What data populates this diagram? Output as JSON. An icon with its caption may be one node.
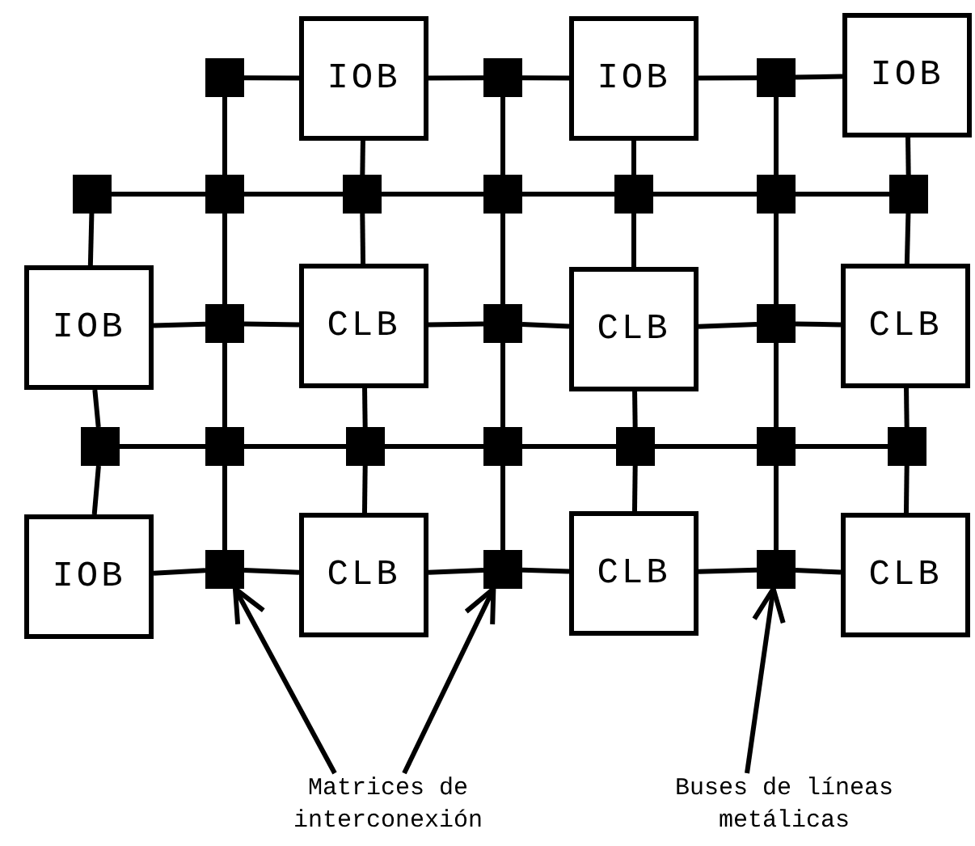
{
  "diagram": {
    "nodes": [
      {
        "text": [],
        "shape": "box"
      },
      {
        "text": [
          "IOB"
        ]
      },
      {
        "text": [],
        "shape": "box"
      },
      {
        "text": [
          "IOB"
        ]
      },
      {
        "text": [],
        "shape": "box"
      },
      {
        "text": [
          "IOB"
        ]
      },
      {
        "text": [],
        "shape": "box"
      },
      {
        "text": [],
        "shape": "box"
      },
      {
        "text": [],
        "shape": "box"
      },
      {
        "text": [],
        "shape": "box"
      },
      {
        "text": [],
        "shape": "box"
      },
      {
        "text": [],
        "shape": "box"
      },
      {
        "text": [],
        "shape": "box"
      },
      {
        "text": [
          "IOB"
        ]
      },
      {
        "text": [],
        "shape": "box"
      },
      {
        "text": [
          "CLB"
        ]
      },
      {
        "text": [],
        "shape": "box"
      },
      {
        "text": [
          "CLB"
        ]
      },
      {
        "text": [],
        "shape": "box"
      },
      {
        "text": [
          "CLB"
        ]
      },
      {
        "text": [],
        "shape": "box"
      },
      {
        "text": [],
        "shape": "box"
      },
      {
        "text": [],
        "shape": "box"
      },
      {
        "text": [],
        "shape": "box"
      },
      {
        "text": [],
        "shape": "box"
      },
      {
        "text": [],
        "shape": "box"
      },
      {
        "text": [],
        "shape": "box"
      },
      {
        "text": [
          "IOB"
        ]
      },
      {
        "text": [],
        "shape": "box"
      },
      {
        "text": [
          "CLB"
        ]
      },
      {
        "text": [],
        "shape": "box"
      },
      {
        "text": [
          "CLB"
        ]
      },
      {
        "text": [],
        "shape": "box"
      },
      {
        "text": [
          "CLB"
        ]
      },
      {
        "text": [
          "Matrices de interconexión"
        ]
      },
      {
        "text": [
          "Buses de líneas metálicas"
        ]
      }
    ],
    "edges": [
      {
        "from": 0,
        "to": 1,
        "arrow": "none"
      },
      {
        "from": 1,
        "to": 2,
        "arrow": "none"
      },
      {
        "from": 2,
        "to": 3,
        "arrow": "none"
      },
      {
        "from": 3,
        "to": 4,
        "arrow": "none"
      },
      {
        "from": 4,
        "to": 5,
        "arrow": "none"
      },
      {
        "from": 6,
        "to": 7,
        "arrow": "none"
      },
      {
        "from": 7,
        "to": 8,
        "arrow": "none"
      },
      {
        "from": 8,
        "to": 9,
        "arrow": "none"
      },
      {
        "from": 9,
        "to": 10,
        "arrow": "none"
      },
      {
        "from": 10,
        "to": 11,
        "arrow": "none"
      },
      {
        "from": 11,
        "to": 12,
        "arrow": "none"
      },
      {
        "from": 13,
        "to": 14,
        "arrow": "none"
      },
      {
        "from": 14,
        "to": 15,
        "arrow": "none"
      },
      {
        "from": 15,
        "to": 16,
        "arrow": "none"
      },
      {
        "from": 16,
        "to": 17,
        "arrow": "none"
      },
      {
        "from": 17,
        "to": 18,
        "arrow": "none"
      },
      {
        "from": 18,
        "to": 19,
        "arrow": "none"
      },
      {
        "from": 20,
        "to": 21,
        "arrow": "none"
      },
      {
        "from": 21,
        "to": 22,
        "arrow": "none"
      },
      {
        "from": 22,
        "to": 23,
        "arrow": "none"
      },
      {
        "from": 23,
        "to": 24,
        "arrow": "none"
      },
      {
        "from": 24,
        "to": 25,
        "arrow": "none"
      },
      {
        "from": 25,
        "to": 26,
        "arrow": "none"
      },
      {
        "from": 27,
        "to": 28,
        "arrow": "none"
      },
      {
        "from": 28,
        "to": 29,
        "arrow": "none"
      },
      {
        "from": 29,
        "to": 30,
        "arrow": "none"
      },
      {
        "from": 30,
        "to": 31,
        "arrow": "none"
      },
      {
        "from": 31,
        "to": 32,
        "arrow": "none"
      },
      {
        "from": 32,
        "to": 33,
        "arrow": "none"
      },
      {
        "from": 0,
        "to": 7,
        "arrow": "none"
      },
      {
        "from": 7,
        "to": 14,
        "arrow": "none"
      },
      {
        "from": 14,
        "to": 21,
        "arrow": "none"
      },
      {
        "from": 21,
        "to": 28,
        "arrow": "none"
      },
      {
        "from": 2,
        "to": 9,
        "arrow": "none"
      },
      {
        "from": 9,
        "to": 16,
        "arrow": "none"
      },
      {
        "from": 16,
        "to": 23,
        "arrow": "none"
      },
      {
        "from": 23,
        "to": 30,
        "arrow": "none"
      },
      {
        "from": 4,
        "to": 11,
        "arrow": "none"
      },
      {
        "from": 11,
        "to": 18,
        "arrow": "none"
      },
      {
        "from": 18,
        "to": 25,
        "arrow": "none"
      },
      {
        "from": 25,
        "to": 32,
        "arrow": "none"
      },
      {
        "from": 6,
        "to": 13,
        "arrow": "none"
      },
      {
        "from": 13,
        "to": 20,
        "arrow": "none"
      },
      {
        "from": 20,
        "to": 27,
        "arrow": "none"
      },
      {
        "from": 1,
        "to": 8,
        "arrow": "none"
      },
      {
        "from": 8,
        "to": 15,
        "arrow": "none"
      },
      {
        "from": 15,
        "to": 22,
        "arrow": "none"
      },
      {
        "from": 22,
        "to": 29,
        "arrow": "none"
      },
      {
        "from": 3,
        "to": 10,
        "arrow": "none"
      },
      {
        "from": 10,
        "to": 17,
        "arrow": "none"
      },
      {
        "from": 17,
        "to": 24,
        "arrow": "none"
      },
      {
        "from": 24,
        "to": 31,
        "arrow": "none"
      },
      {
        "from": 5,
        "to": 12,
        "arrow": "none"
      },
      {
        "from": 12,
        "to": 19,
        "arrow": "none"
      },
      {
        "from": 19,
        "to": 26,
        "arrow": "none"
      },
      {
        "from": 26,
        "to": 33,
        "arrow": "none"
      },
      {
        "from": 34,
        "to": 28,
        "arrow": "to"
      },
      {
        "from": 34,
        "to": 30,
        "arrow": "to"
      },
      {
        "from": 35,
        "to": 32,
        "arrow": "to"
      }
    ]
  }
}
